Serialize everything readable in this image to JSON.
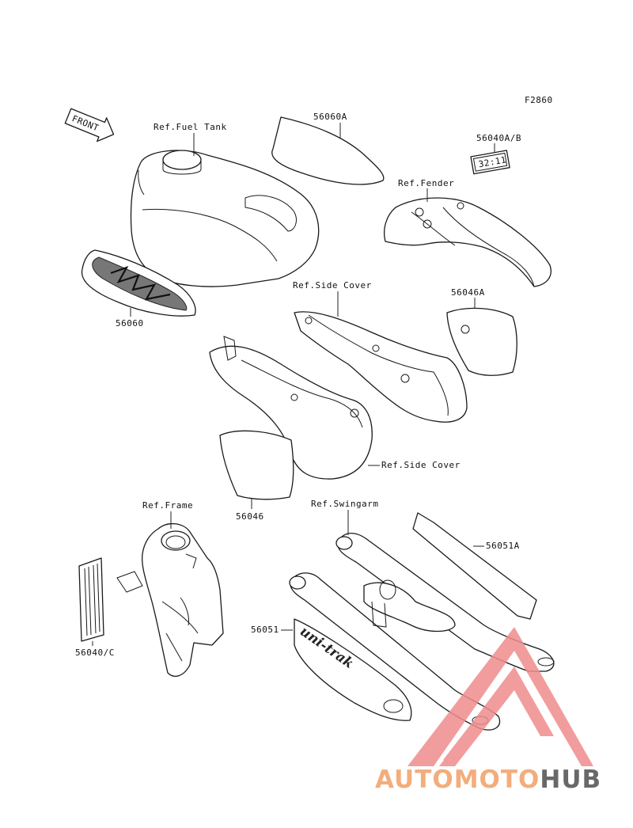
{
  "diagram": {
    "ref_code": "F2860",
    "front_arrow": "FRONT",
    "labels": {
      "fuel_tank": "Ref.Fuel Tank",
      "part_56060A": "56060A",
      "part_56040AB": "56040A/B",
      "decal_code": "32:11",
      "fender": "Ref.Fender",
      "side_cover_upper": "Ref.Side Cover",
      "part_56046A": "56046A",
      "part_56060": "56060",
      "side_cover_lower": "Ref.Side Cover",
      "part_56046": "56046",
      "frame": "Ref.Frame",
      "swingarm": "Ref.Swingarm",
      "part_56051A": "56051A",
      "part_56051": "56051",
      "part_56040C": "56040/C",
      "unitrak": "uni-trak"
    }
  },
  "watermark": {
    "text_a": "AUTOMOTO",
    "text_b": "HUB",
    "color_a": "#f3ad7c",
    "color_b": "#686868",
    "triangle_color": "#ef8c8c"
  }
}
